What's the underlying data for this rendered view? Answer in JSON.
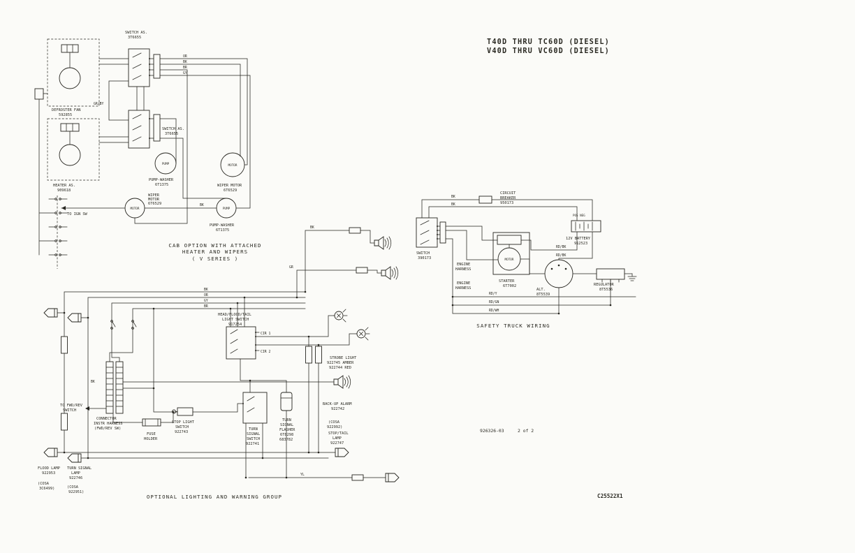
{
  "page": {
    "title_line1": "T40D THRU TC60D (DIESEL)",
    "title_line2": "V40D THRU VC60D (DIESEL)",
    "doc_number": "926326-03",
    "sheet": "2 of 2",
    "drawing_code": "C25522X1"
  },
  "cab": {
    "caption_line1": "CAB OPTION WITH ATTACHED",
    "caption_line2": "HEATER AND WIPERS",
    "caption_line3": "( V SERIES )",
    "switch_as_top": {
      "name": "SWITCH AS.",
      "pn": "3T6655"
    },
    "switch_as_mid": {
      "name": "SWITCH AS.",
      "pn": "3T6655"
    },
    "defroster_fan": {
      "name": "DEFROSTER FAN",
      "pn": "592855"
    },
    "heater": {
      "name": "HEATER AS.",
      "pn": "909618"
    },
    "pump_washer_upper": {
      "name": "PUMP-WASHER",
      "pn": "6T1375"
    },
    "wiper_motor_right": {
      "name": "WIPER MOTOR",
      "pn": "6T6529"
    },
    "wiper_motor_left": {
      "l1": "WIPER",
      "l2": "MOTOR",
      "pn": "6T6529"
    },
    "pump_washer_lower": {
      "name": "PUMP-WASHER",
      "pn": "6T1375"
    },
    "to_ign_sw": "TO IGN SW",
    "motor_text": "MOTOR",
    "pump_text": "PUMP",
    "wires": {
      "or": "OR",
      "bk": "BK",
      "br": "BR",
      "gy": "GY",
      "grby": "GR/BY"
    }
  },
  "safety": {
    "caption": "SAFETY TRUCK WIRING",
    "breaker": {
      "l1": "CIRCUIT",
      "l2": "BREAKER",
      "pn": "950173"
    },
    "battery": {
      "terms": "POS NEG",
      "name": "12V BATTERY",
      "pn": "912523"
    },
    "switch": {
      "name": "SWITCH",
      "pn": "390173"
    },
    "engine_harness": {
      "l1": "ENGINE",
      "l2": "HARNESS"
    },
    "starter": {
      "name": "STARTER",
      "pn": "6T7002"
    },
    "alternator": {
      "name": "ALT.",
      "pn": "8T5539"
    },
    "regulator": {
      "name": "REGULATOR",
      "pn": "8T5536"
    },
    "motor_text": "MOTOR",
    "wires": {
      "bk": "BK",
      "rdbk": "RD/BK",
      "rdy": "RD/Y",
      "rdgn": "RD/GN",
      "rdwh": "RD/WH"
    }
  },
  "lighting": {
    "caption": "OPTIONAL LIGHTING AND WARNING GROUP",
    "head_switch": {
      "l1": "HEAD/FLOOD/TAIL",
      "l2": "LIGHT SWITCH",
      "pn": "917254"
    },
    "cir1": "CIR 1",
    "cir2": "CIR 2",
    "connector": {
      "l1": "CONNECTOR",
      "l2": "INSTR HARNESS",
      "l3": "(FWD/REV SW)"
    },
    "to_fwd_rev": {
      "l1": "TO FWD/REV",
      "l2": "SWITCH"
    },
    "fuse": {
      "l1": "FUSE",
      "l2": "HOLDER"
    },
    "stop_switch": {
      "l1": "STOP LIGHT",
      "l2": "SWITCH",
      "pn": "922743"
    },
    "turn_switch": {
      "l1": "TURN",
      "l2": "SIGNAL",
      "l3": "SWITCH",
      "pn": "922741"
    },
    "flasher": {
      "l1": "TURN",
      "l2": "SIGNAL",
      "l3": "FLASHER",
      "pn1": "6T8298",
      "pn2": "683782"
    },
    "strobe": {
      "l1": "STROBE LIGHT",
      "l2": "922745 AMBER",
      "l3": "922744 RED"
    },
    "backup": {
      "name": "BACK-UP ALARM",
      "pn": "922742"
    },
    "cosa_stop": {
      "l1": "(COSA",
      "l2": "922992)"
    },
    "stop_tail": {
      "l1": "STOP/TAIL",
      "l2": "LAMP",
      "pn": "922747"
    },
    "flood_lamp": {
      "name": "FLOOD LAMP",
      "pn": "922953"
    },
    "cosa_flood": {
      "l1": "(COSA",
      "l2": "3C6499)"
    },
    "turn_lamp": {
      "l1": "TURN SIGNAL",
      "l2": "LAMP",
      "pn": "922746"
    },
    "cosa_turn": {
      "l1": "(COSA",
      "l2": "922951)"
    },
    "wires": {
      "bk": "BK",
      "or": "OR",
      "gy": "GY",
      "br": "BR",
      "gr": "GR",
      "yl": "YL"
    }
  }
}
